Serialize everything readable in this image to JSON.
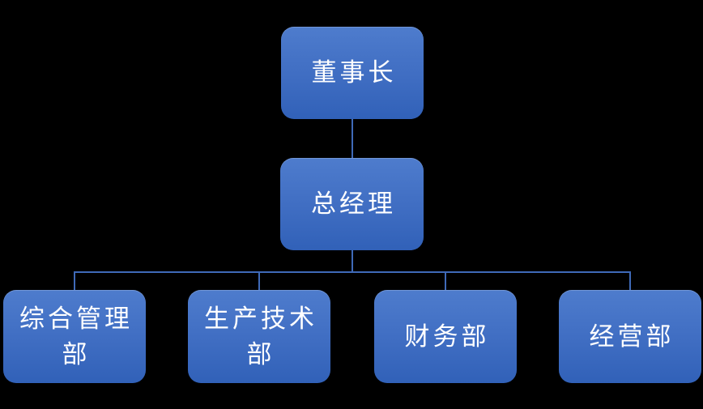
{
  "diagram": {
    "type": "org-chart",
    "background_color": "#000000",
    "node_fill_top": "#4e7ccd",
    "node_fill_bottom": "#3161b8",
    "node_text_color": "#ffffff",
    "connector_color": "#3f6ab8",
    "nodes": {
      "chairman": {
        "label": "董事长"
      },
      "general_manager": {
        "label": "总经理"
      },
      "departments": [
        {
          "label": "综合管理部",
          "lines": [
            "综合管理",
            "部"
          ]
        },
        {
          "label": "生产技术部",
          "lines": [
            "生产技术",
            "部"
          ]
        },
        {
          "label": "财务部",
          "lines": [
            "财务部"
          ]
        },
        {
          "label": "经营部",
          "lines": [
            "经营部"
          ]
        }
      ]
    },
    "hierarchy_note": "董事长 > 总经理 > [综合管理部, 生产技术部, 财务部, 经营部]"
  }
}
